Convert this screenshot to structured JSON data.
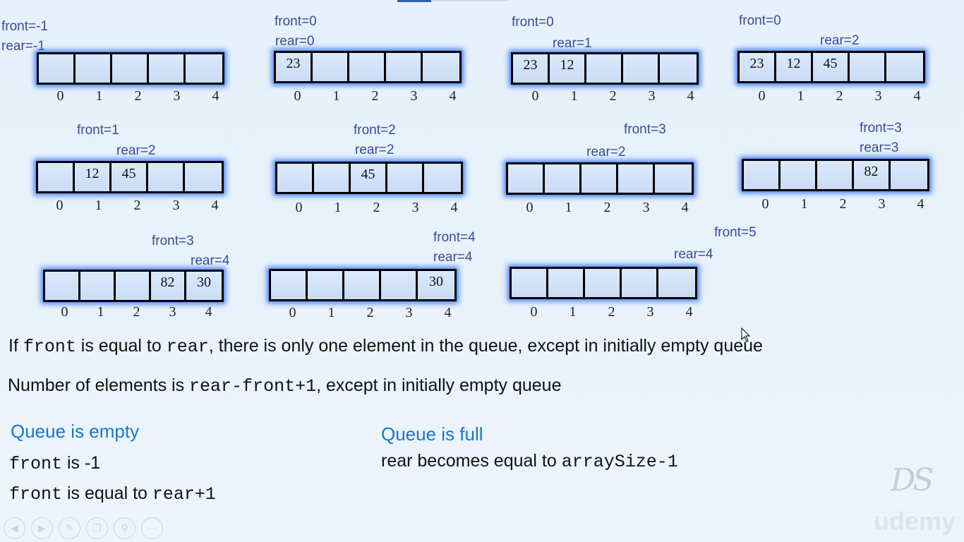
{
  "diagrams": [
    {
      "labels": [
        "front=-1",
        "rear=-1"
      ],
      "cells": [
        "",
        "",
        "",
        "",
        ""
      ],
      "indices": [
        "0",
        "1",
        "2",
        "3",
        "4"
      ]
    },
    {
      "labels": [
        "front=0",
        "rear=0"
      ],
      "cells": [
        "23",
        "",
        "",
        "",
        ""
      ],
      "indices": [
        "0",
        "1",
        "2",
        "3",
        "4"
      ]
    },
    {
      "labels": [
        "front=0",
        "rear=1"
      ],
      "cells": [
        "23",
        "12",
        "",
        "",
        ""
      ],
      "indices": [
        "0",
        "1",
        "2",
        "3",
        "4"
      ]
    },
    {
      "labels": [
        "front=0",
        "rear=2"
      ],
      "cells": [
        "23",
        "12",
        "45",
        "",
        ""
      ],
      "indices": [
        "0",
        "1",
        "2",
        "3",
        "4"
      ]
    },
    {
      "labels": [
        "front=1",
        "rear=2"
      ],
      "cells": [
        "",
        "12",
        "45",
        "",
        ""
      ],
      "indices": [
        "0",
        "1",
        "2",
        "3",
        "4"
      ]
    },
    {
      "labels": [
        "front=2",
        "rear=2"
      ],
      "cells": [
        "",
        "",
        "45",
        "",
        ""
      ],
      "indices": [
        "0",
        "1",
        "2",
        "3",
        "4"
      ]
    },
    {
      "labels": [
        "front=3",
        "rear=2"
      ],
      "cells": [
        "",
        "",
        "",
        "",
        ""
      ],
      "indices": [
        "0",
        "1",
        "2",
        "3",
        "4"
      ]
    },
    {
      "labels": [
        "front=3",
        "rear=3"
      ],
      "cells": [
        "",
        "",
        "",
        "82",
        ""
      ],
      "indices": [
        "0",
        "1",
        "2",
        "3",
        "4"
      ]
    },
    {
      "labels": [
        "front=3",
        "rear=4"
      ],
      "cells": [
        "",
        "",
        "",
        "82",
        "30"
      ],
      "indices": [
        "0",
        "1",
        "2",
        "3",
        "4"
      ]
    },
    {
      "labels": [
        "front=4",
        "rear=4"
      ],
      "cells": [
        "",
        "",
        "",
        "",
        "30"
      ],
      "indices": [
        "0",
        "1",
        "2",
        "3",
        "4"
      ]
    },
    {
      "labels": [
        "front=5",
        "rear=4"
      ],
      "cells": [
        "",
        "",
        "",
        "",
        ""
      ],
      "indices": [
        "0",
        "1",
        "2",
        "3",
        "4"
      ]
    }
  ],
  "rules": {
    "one_element": {
      "p1": "If ",
      "code1": "front",
      "p2": " is equal to ",
      "code2": "rear",
      "p3": ", there is only one element in the queue, except in initially empty queue"
    },
    "count": {
      "p1": "Number of elements is ",
      "code1": "rear-front+1",
      "p2": ",  except in initially empty queue"
    }
  },
  "empty": {
    "heading": "Queue is empty",
    "line1_code": "front",
    "line1_text": " is  -1",
    "line2_code": "front",
    "line2_text": " is equal to ",
    "line2_code2": "rear+1"
  },
  "full": {
    "heading": "Queue is full",
    "text": "rear becomes equal to ",
    "code": "arraySize-1"
  },
  "controls": [
    "prev-icon",
    "play-icon",
    "pen-icon",
    "copy-icon",
    "zoom-icon",
    "more-icon"
  ],
  "watermark": {
    "ds": "DS",
    "brand": "udemy"
  },
  "colors": {
    "heading": "#1a76c8",
    "label": "#3a4a9a",
    "glow": "#2a6eff"
  }
}
